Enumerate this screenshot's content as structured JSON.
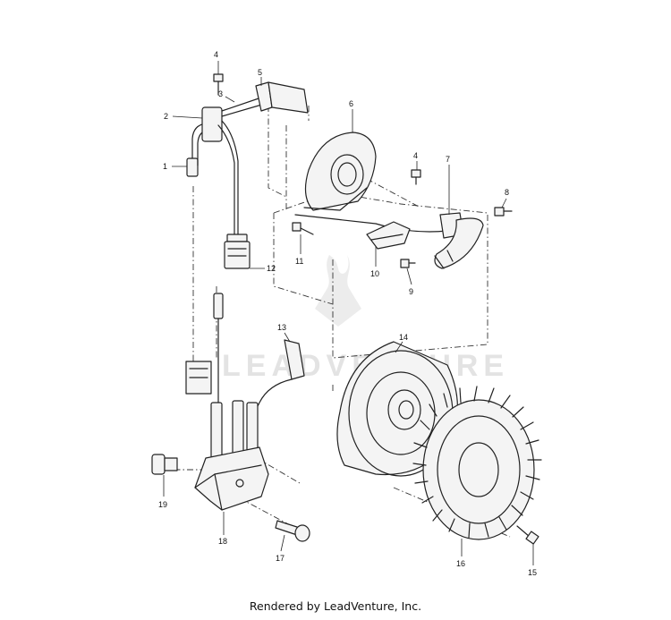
{
  "diagram": {
    "callouts": [
      "1",
      "2",
      "3",
      "4",
      "5",
      "6",
      "4",
      "7",
      "8",
      "11",
      "10",
      "9",
      "12",
      "13",
      "14",
      "19",
      "18",
      "17",
      "16",
      "15"
    ],
    "watermark": "LEADVENTURE"
  },
  "footer": {
    "text": "Rendered by LeadVenture, Inc."
  }
}
